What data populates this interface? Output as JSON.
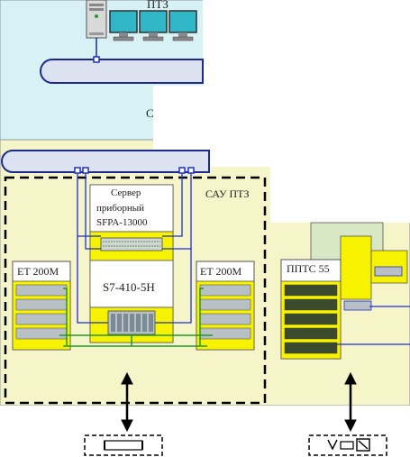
{
  "colors": {
    "top_zone": "#d7f1f4",
    "middle_zone": "#f6f4c9",
    "bus": "#dce2ef",
    "bus_stroke": "#1d2a8c",
    "rack": "#f2f2f2",
    "module_yellow": "#f7f200",
    "monitor_screen": "#2fb7c7",
    "node_blue": "#1d2fd0",
    "green_wire": "#1f9a2a",
    "cabinet_green": "#d8e7c4"
  },
  "labels": {
    "top_partial": "ПТЗ",
    "top_left_partial": "С",
    "server_line1": "Сервер",
    "server_line2": "приборный",
    "server_line3": "SFPA-13000",
    "plc": "S7-410-5H",
    "et_left": "ET 200M",
    "et_right": "ET 200M",
    "sau_partial": "САУ ПТЗ",
    "pts": "ППТС 55"
  },
  "icons": [
    "workstation-tower-icon",
    "monitor-icon",
    "field-device-icon",
    "valve-actuator-icon"
  ]
}
